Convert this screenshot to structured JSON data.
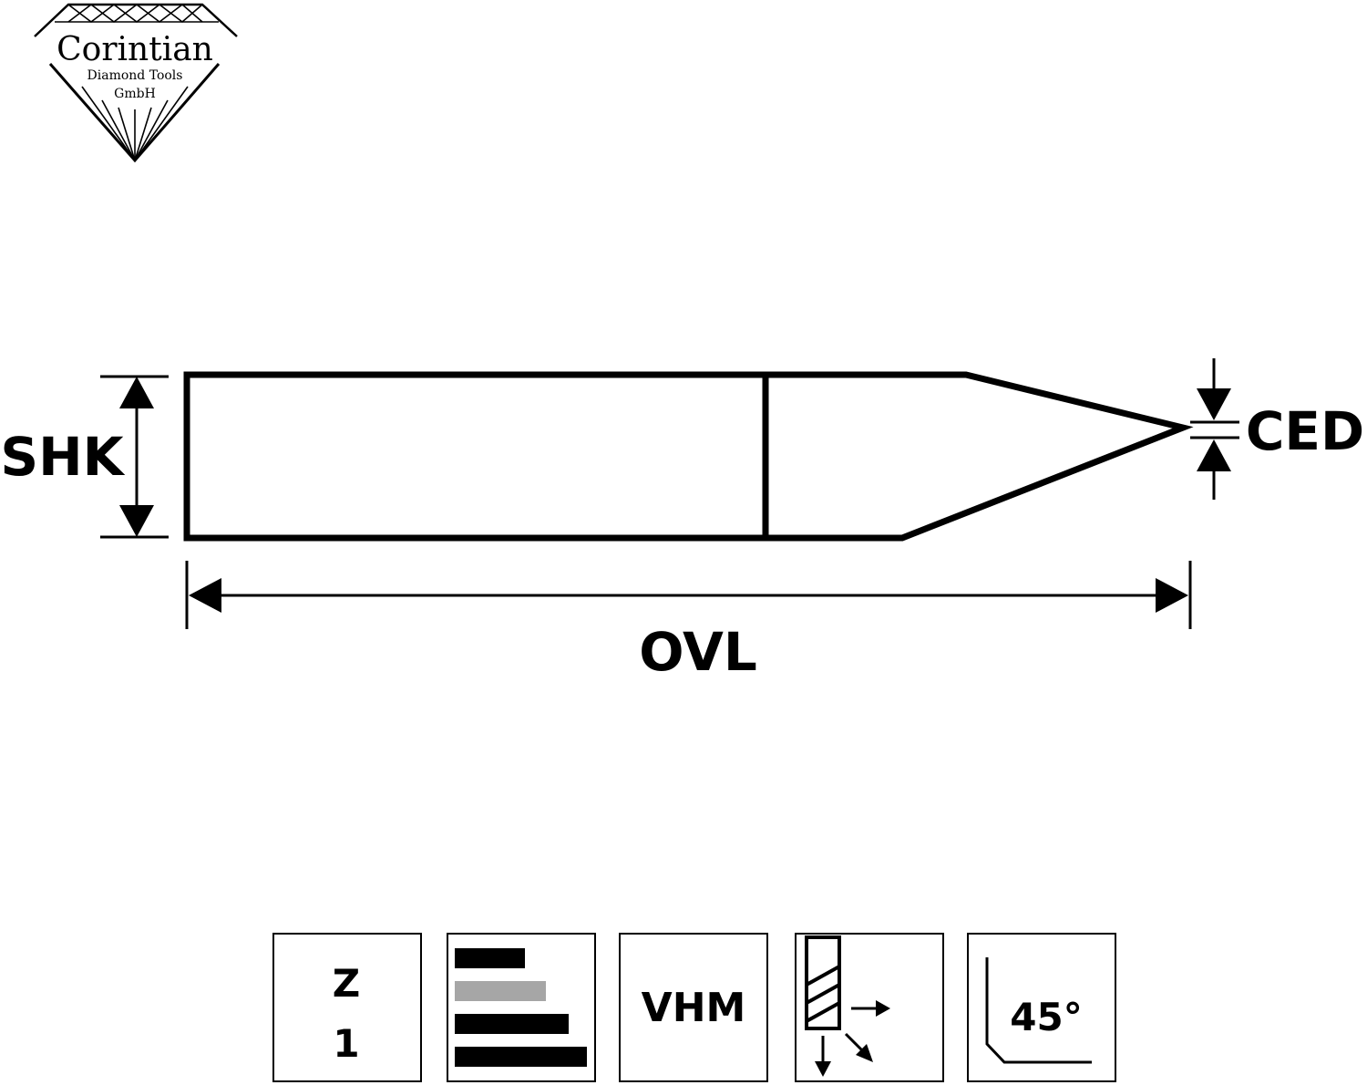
{
  "logo": {
    "name": "Corintian",
    "line2": "Diamond Tools",
    "line3": "GmbH"
  },
  "diagram": {
    "labels": {
      "shank": "SHK",
      "overall_length": "OVL",
      "cutting_edge_diameter": "CED"
    }
  },
  "icons": {
    "flutes": {
      "letter": "Z",
      "value": "1"
    },
    "material_bars": {
      "fill_levels": [
        0.53,
        0.69,
        0.86,
        1.0
      ],
      "colors": [
        "#000000",
        "#a6a6a6",
        "#000000",
        "#000000"
      ]
    },
    "material": {
      "label": "VHM"
    },
    "milling_directions": {
      "icon": "end-mill-feed-directions-icon"
    },
    "angle": {
      "label": "45°"
    }
  },
  "colors": {
    "line": "#000000",
    "background": "#ffffff",
    "bar_gray": "#a6a6a6"
  }
}
